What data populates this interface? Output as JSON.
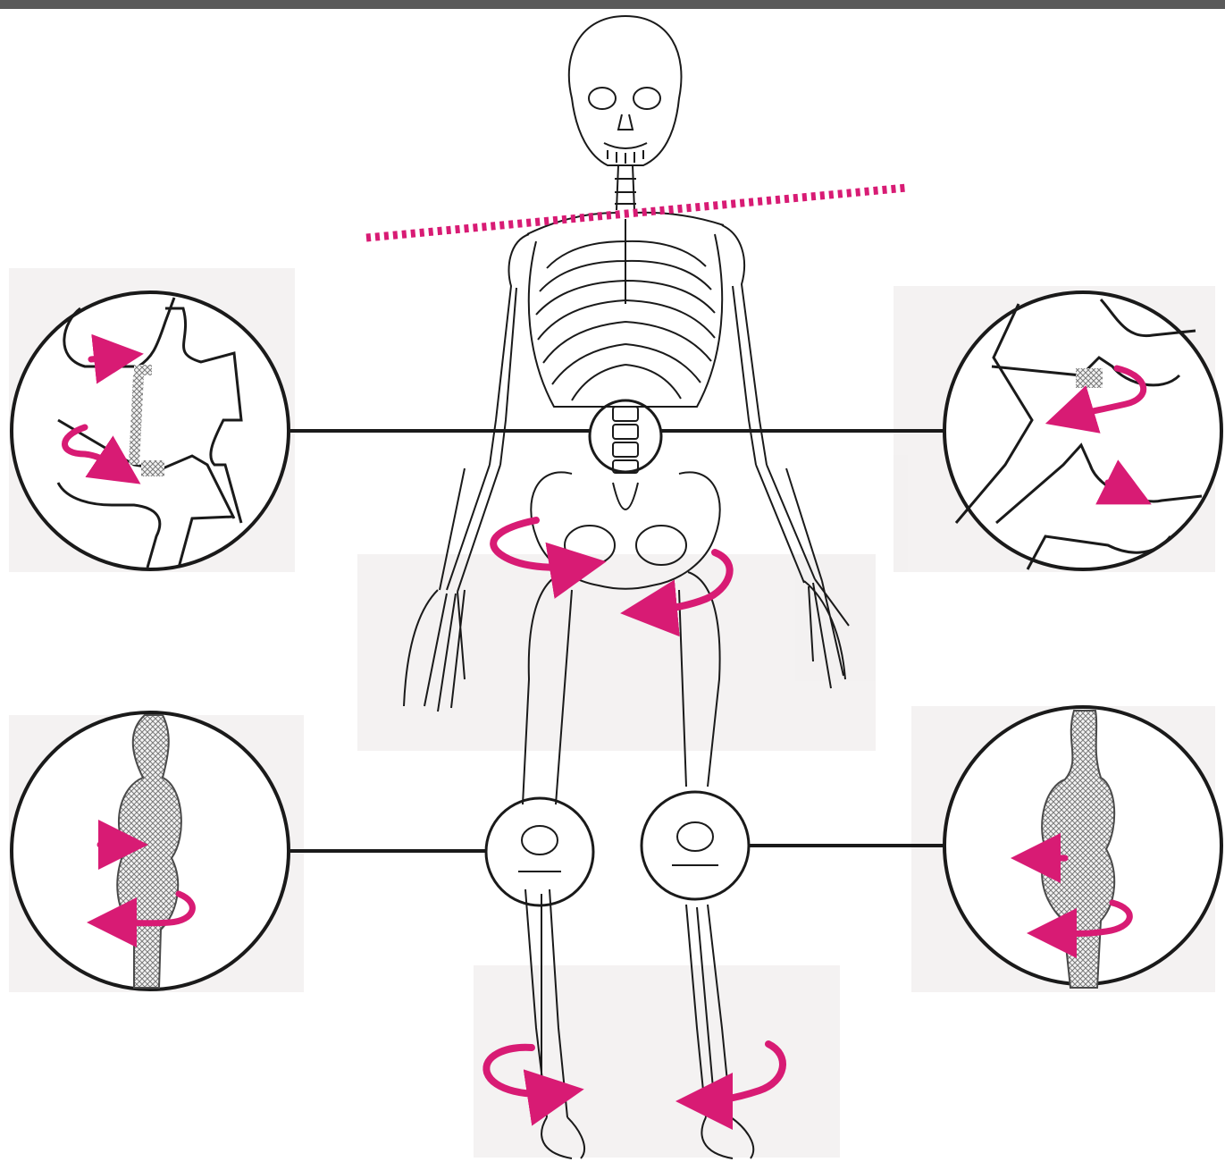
{
  "colors": {
    "accent": "#d81b74",
    "ink": "#1a1a1a",
    "paper": "#ffffff",
    "bleed": "#ece9e9",
    "bar": "#5a5a5a"
  },
  "figure": {
    "subject": "skeleton-front-view",
    "callouts": [
      "left-lumbar-vertebrae",
      "right-lumbar-vertebrae",
      "left-knee",
      "right-knee"
    ],
    "arrows": [
      "pelvis-rotation",
      "lumbar-shift",
      "lumbar-rotation",
      "knee-shift",
      "knee-rotation",
      "foot-rotation-left",
      "foot-rotation-right"
    ],
    "dashed_line": "shoulder-tilt-line"
  }
}
